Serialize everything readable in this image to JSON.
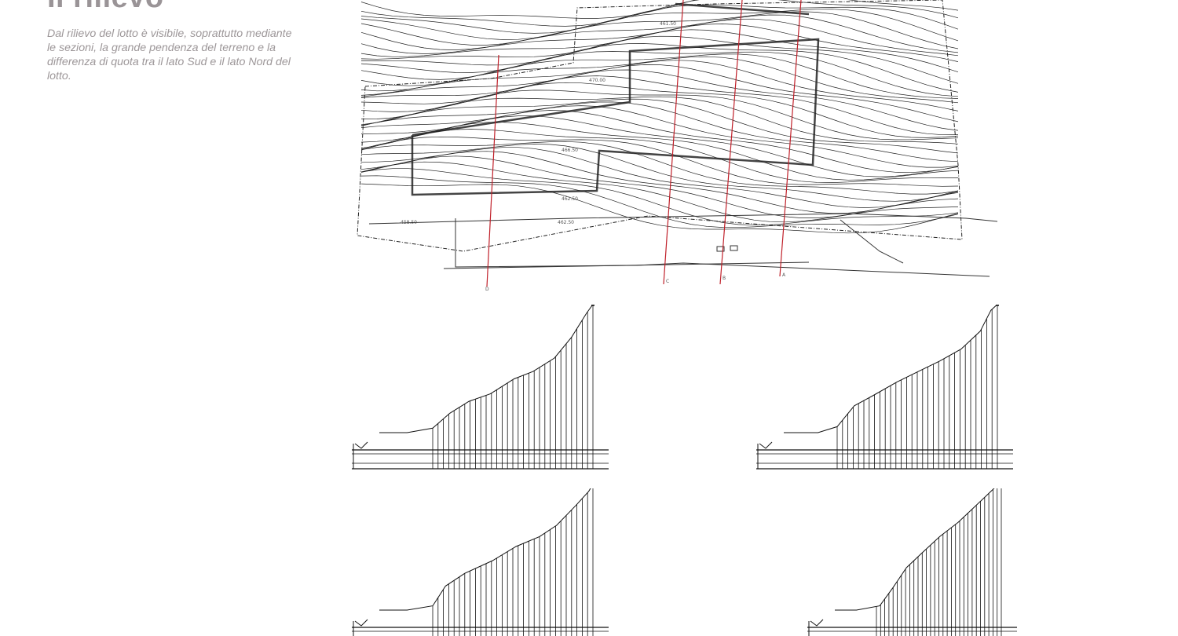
{
  "page": {
    "title": "Il rilievo",
    "description": "Dal rilievo del lotto è visibile, soprattutto mediante le sezioni, la grande pendenza del terreno e la differenza di quota tra il lato Sud e il lato Nord del lotto."
  },
  "plan": {
    "section_marks": [
      "D",
      "C",
      "B",
      "A"
    ],
    "elevation_labels": [
      "461.50",
      "470.00",
      "466.50",
      "462.50",
      "462.50",
      "458.50"
    ],
    "colors": {
      "section_line": "#c0202a",
      "linework": "#222222"
    }
  },
  "sections": [
    {
      "id": "A",
      "profile": [
        [
          0,
          0
        ],
        [
          0.13,
          0
        ],
        [
          0.25,
          0.03
        ],
        [
          0.33,
          0.13
        ],
        [
          0.42,
          0.21
        ],
        [
          0.52,
          0.26
        ],
        [
          0.63,
          0.36
        ],
        [
          0.72,
          0.41
        ],
        [
          0.82,
          0.5
        ],
        [
          0.9,
          0.64
        ],
        [
          0.97,
          0.8
        ],
        [
          1,
          0.86
        ]
      ]
    },
    {
      "id": "B",
      "profile": [
        [
          0,
          0
        ],
        [
          0.16,
          0
        ],
        [
          0.25,
          0.04
        ],
        [
          0.33,
          0.18
        ],
        [
          0.42,
          0.25
        ],
        [
          0.53,
          0.34
        ],
        [
          0.63,
          0.41
        ],
        [
          0.73,
          0.48
        ],
        [
          0.83,
          0.56
        ],
        [
          0.92,
          0.68
        ],
        [
          0.97,
          0.82
        ],
        [
          1,
          0.86
        ]
      ]
    },
    {
      "id": "C",
      "profile": [
        [
          0,
          0
        ],
        [
          0.13,
          0
        ],
        [
          0.25,
          0.03
        ],
        [
          0.31,
          0.17
        ],
        [
          0.4,
          0.26
        ],
        [
          0.53,
          0.35
        ],
        [
          0.64,
          0.45
        ],
        [
          0.75,
          0.52
        ],
        [
          0.83,
          0.6
        ],
        [
          0.92,
          0.74
        ],
        [
          0.98,
          0.84
        ],
        [
          1,
          0.89
        ]
      ]
    },
    {
      "id": "D",
      "profile": [
        [
          0,
          0
        ],
        [
          0.13,
          0
        ],
        [
          0.27,
          0.03
        ],
        [
          0.35,
          0.16
        ],
        [
          0.43,
          0.3
        ],
        [
          0.52,
          0.4
        ],
        [
          0.63,
          0.52
        ],
        [
          0.74,
          0.62
        ],
        [
          0.83,
          0.72
        ],
        [
          0.92,
          0.82
        ],
        [
          1,
          0.91
        ]
      ]
    }
  ]
}
